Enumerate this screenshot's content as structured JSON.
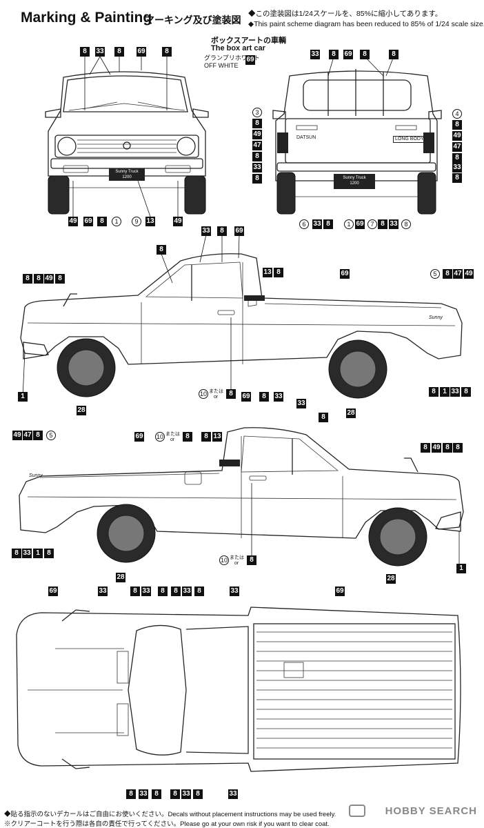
{
  "header": {
    "title": "Marking & Painting",
    "title_jp": "マーキング及び塗装図",
    "note_jp": "◆この塗装図は1/24スケールを、85%に縮小してあります。",
    "note_en": "◆This paint scheme diagram has been reduced to 85% of 1/24 scale size."
  },
  "box_art": {
    "jp": "ボックスアートの車輌",
    "en": "The box art car",
    "color_jp": "グランプリホワイト",
    "color_en": "OFF WHITE",
    "color_code": "69"
  },
  "plate_text": [
    "Sunny Truck",
    "1200"
  ],
  "emblem_text": [
    "DATSUN",
    "LONG BODY",
    "Sunny"
  ],
  "callouts": {
    "front": {
      "top": [
        "8",
        "33",
        "8",
        "69",
        "8"
      ],
      "bottom": [
        "49",
        "69",
        "8",
        "1",
        "9",
        "13",
        "49"
      ]
    },
    "rear": {
      "top": [
        "33",
        "8",
        "69",
        "8",
        "8"
      ],
      "left": [
        "3",
        "8",
        "49",
        "47",
        "8",
        "33",
        "8"
      ],
      "right": [
        "4",
        "8",
        "49",
        "47",
        "8",
        "33",
        "8"
      ],
      "bottom": [
        "6",
        "33",
        "8",
        "1",
        "69",
        "7",
        "8",
        "33",
        "8"
      ]
    },
    "side_left": {
      "top": [
        "33",
        "8",
        "69",
        "8",
        "13",
        "8",
        "69",
        "5",
        "8",
        "47",
        "49",
        "8",
        "8",
        "49",
        "8"
      ],
      "bottom": [
        "1",
        "28",
        "10",
        "8",
        "28",
        "8",
        "1",
        "33",
        "8"
      ]
    },
    "side_right": {
      "top": [
        "69",
        "8",
        "33",
        "33",
        "8",
        "49",
        "47",
        "8",
        "5",
        "69",
        "10",
        "8",
        "8",
        "13",
        "8",
        "49",
        "8",
        "8"
      ],
      "bottom": [
        "8",
        "33",
        "1",
        "8",
        "28",
        "10",
        "8",
        "28",
        "1"
      ]
    },
    "top_view": {
      "top": [
        "69",
        "33",
        "8",
        "33",
        "8",
        "8",
        "33",
        "8",
        "33",
        "69"
      ],
      "bottom": [
        "8",
        "33",
        "8",
        "8",
        "33",
        "8",
        "33"
      ]
    }
  },
  "or_label": {
    "jp": "または",
    "en": "or"
  },
  "footer": {
    "line1": "◆貼る指示のないデカールはご自由にお使いください。Decals without placement instructions may be used freely.",
    "line2": "※クリアーコートを行う際は各自の責任で行ってください。Please go at your own risk if you want to clear coat."
  },
  "watermark": "HOBBY SEARCH"
}
